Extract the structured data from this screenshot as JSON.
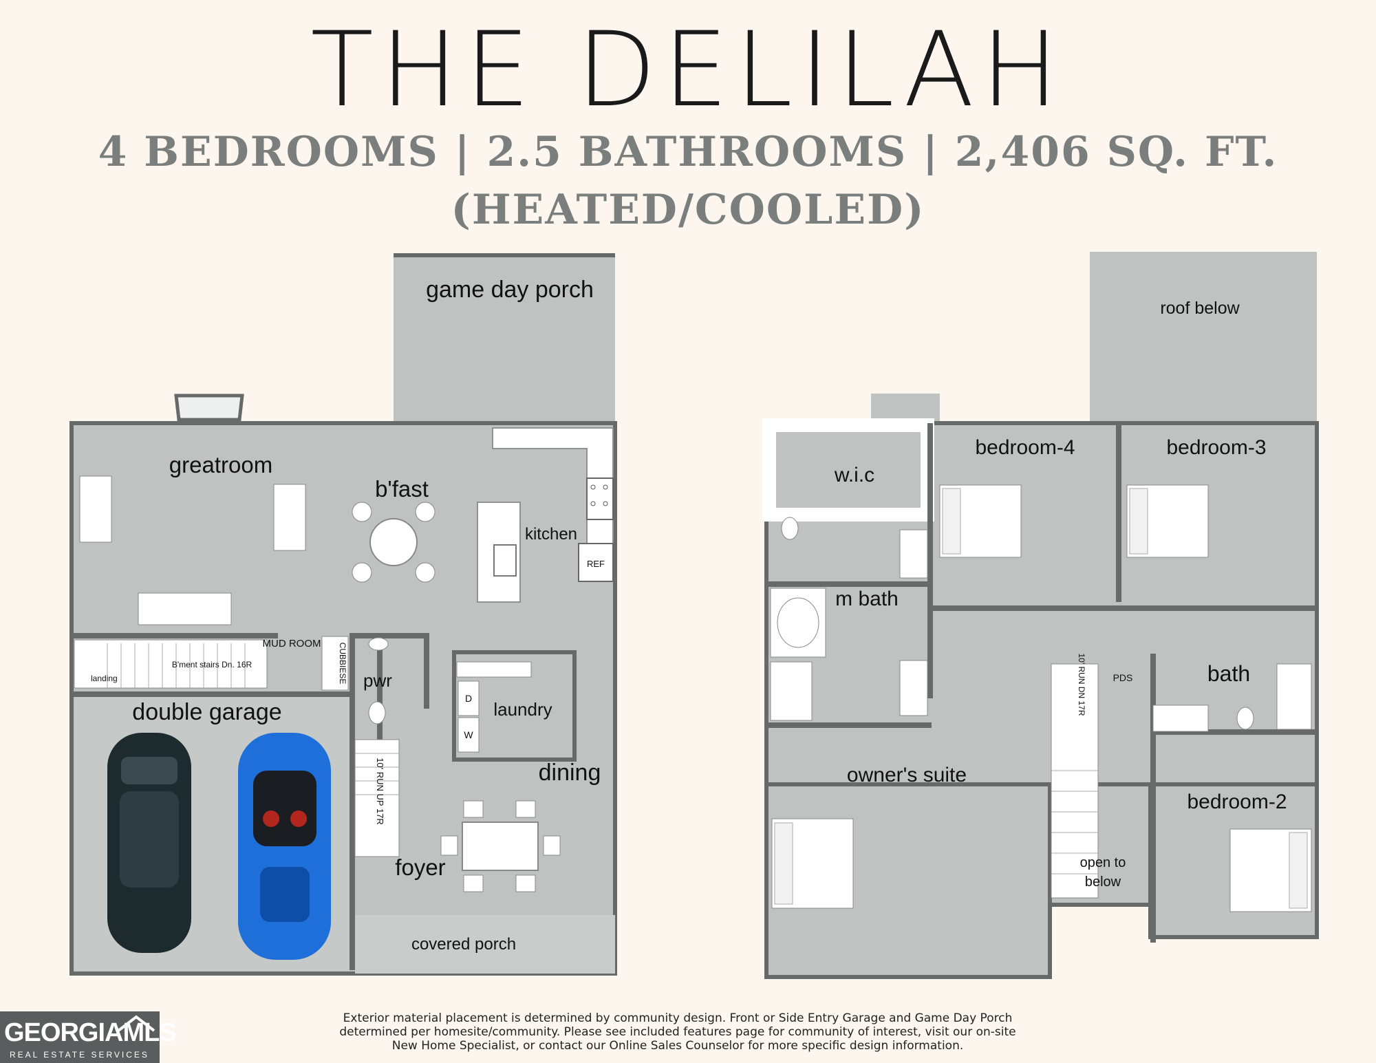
{
  "header": {
    "title": "THE DELILAH",
    "subtitle": "4 BEDROOMS | 2.5 BATHROOMS | 2,406 SQ. FT.",
    "subtitle2": "(HEATED/COOLED)"
  },
  "first_floor": {
    "rooms": {
      "game_day_porch": "game day porch",
      "greatroom": "greatroom",
      "bfast": "b'fast",
      "kitchen": "kitchen",
      "ref": "REF",
      "mud_room": "MUD ROOM",
      "cubbiese": "CUBBIESE",
      "landing": "landing",
      "basement_stairs": "B'ment stairs Dn. 16R",
      "pwr": "pwr",
      "laundry": "laundry",
      "dryer": "D",
      "washer": "W",
      "double_garage": "double garage",
      "dining": "dining",
      "stairs_up": "10' RUN UP 17R",
      "foyer": "foyer",
      "covered_porch": "covered porch"
    }
  },
  "second_floor": {
    "rooms": {
      "roof_below": "roof below",
      "wic": "w.i.c",
      "bedroom4": "bedroom-4",
      "bedroom3": "bedroom-3",
      "m_bath": "m bath",
      "stairs_dn": "10' RUN DN 17R",
      "pds": "PDS",
      "bath": "bath",
      "owners_suite": "owner's suite",
      "bedroom2": "bedroom-2",
      "open_to_below": "open to below"
    }
  },
  "footer": {
    "line1": "Exterior material placement is determined by community design. Front or Side Entry Garage and Game Day Porch",
    "line2": "determined per homesite/community. Please see included features page for community of interest, visit our on-site",
    "line3": "New Home Specialist, or contact our Online Sales Counselor for more specific design information."
  },
  "logo": {
    "brand": "GEORGIAMLS",
    "tagline": "REAL ESTATE SERVICES"
  },
  "colors": {
    "floor": "#bec3c1",
    "wall": "#666a69",
    "background": "#fdf6ee",
    "car_blue": "#1e6fd9",
    "car_dark": "#1d2a2e"
  }
}
